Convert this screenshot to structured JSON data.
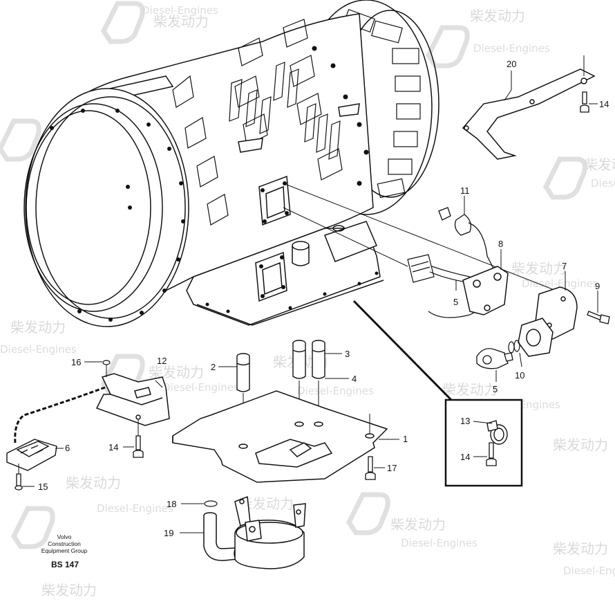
{
  "part_labels": {
    "p1": "1",
    "p2": "2",
    "p3": "3",
    "p4": "4",
    "p5a": "5",
    "p5b": "5",
    "p6": "6",
    "p7": "7",
    "p8": "8",
    "p9": "9",
    "p10": "10",
    "p11": "11",
    "p12": "12",
    "p13": "13",
    "p14a": "14",
    "p14b": "14",
    "p14c": "14",
    "p15": "15",
    "p16": "16",
    "p17": "17",
    "p18": "18",
    "p19": "19",
    "p20": "20"
  },
  "footer": {
    "org_line1": "Volvo Construction",
    "org_line2": "Equipment Group",
    "code": "BS 147"
  },
  "watermark": {
    "brand": "柴发动力",
    "sub": "Diesel-Engines",
    "color": "#d9d9d9"
  }
}
